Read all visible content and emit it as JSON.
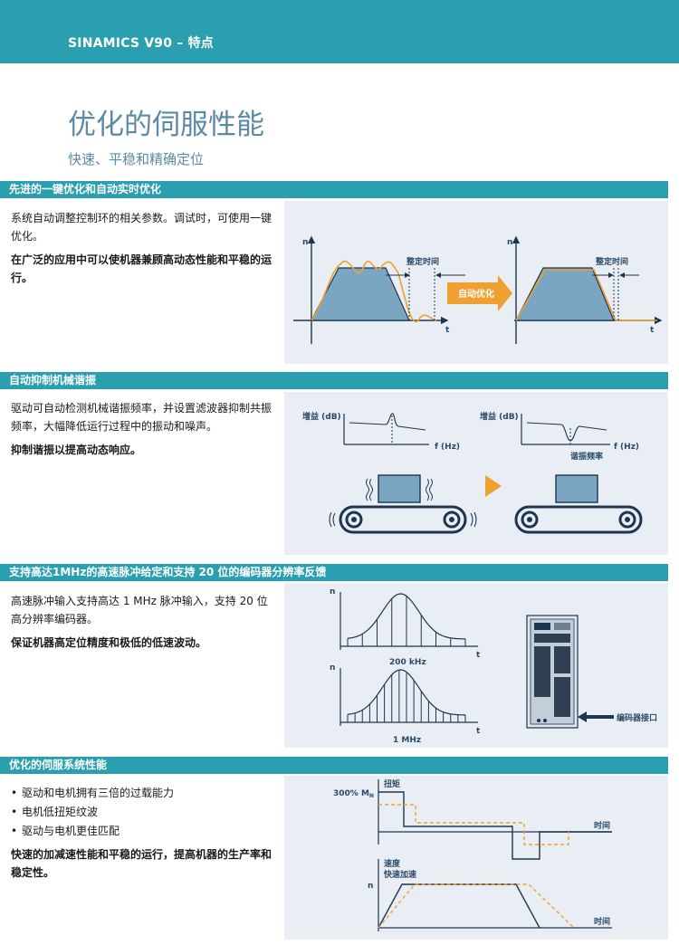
{
  "header": {
    "brand": "SINAMICS V90 – 特点"
  },
  "page": {
    "title": "优化的伺服性能",
    "subtitle": "快速、平稳和精确定位"
  },
  "sections": [
    {
      "bar": "先进的一键优化和自动实时优化",
      "paragraphs": [
        "系统自动调整控制环的相关参数。调试时，可使用一键优化。"
      ],
      "bold": "在广泛的应用中可以使机器兼顾高动态性能和平稳的运行。",
      "figure": {
        "axis_n": "n",
        "axis_t": "t",
        "settle_label": "整定时间",
        "arrow_label": "自动优化"
      }
    },
    {
      "bar": "自动抑制机械谐振",
      "paragraphs": [
        "驱动可自动检测机械谐振频率，并设置滤波器抑制共振频率，大幅降低运行过程中的振动和噪声。"
      ],
      "bold": "抑制谐振以提高动态响应。",
      "figure": {
        "gain_label": "增益 (dB)",
        "freq_label": "f (Hz)",
        "resonance_label": "谐振频率"
      }
    },
    {
      "bar": "支持高达1MHz的高速脉冲给定和支持 20 位的编码器分辨率反馈",
      "paragraphs": [
        "高速脉冲输入支持高达 1 MHz 脉冲输入，支持 20 位高分辨率编码器。"
      ],
      "bold": "保证机器高定位精度和极低的低速波动。",
      "figure": {
        "axis_n": "n",
        "axis_t": "t",
        "low_freq": "200 kHz",
        "high_freq": "1 MHz",
        "encoder_label": "编码器接口"
      }
    },
    {
      "bar": "优化的伺服系统性能",
      "bullets": [
        "驱动和电机拥有三倍的过载能力",
        "电机低扭矩纹波",
        "驱动与电机更佳匹配"
      ],
      "bold": "快速的加减速性能和平稳的运行，提高机器的生产率和稳定性。",
      "figure": {
        "torque_label": "扭矩",
        "torque_level": "300%  M",
        "torque_sub": "N",
        "time_label": "时间",
        "speed_label": "速度",
        "accel_label": "快速加速",
        "axis_n": "n"
      }
    }
  ],
  "colors": {
    "bar": "#2a9fb0",
    "panel": "#e8eef3",
    "fill": "#7aa6c2",
    "orange": "#f0a030",
    "axis": "#1d3550"
  }
}
